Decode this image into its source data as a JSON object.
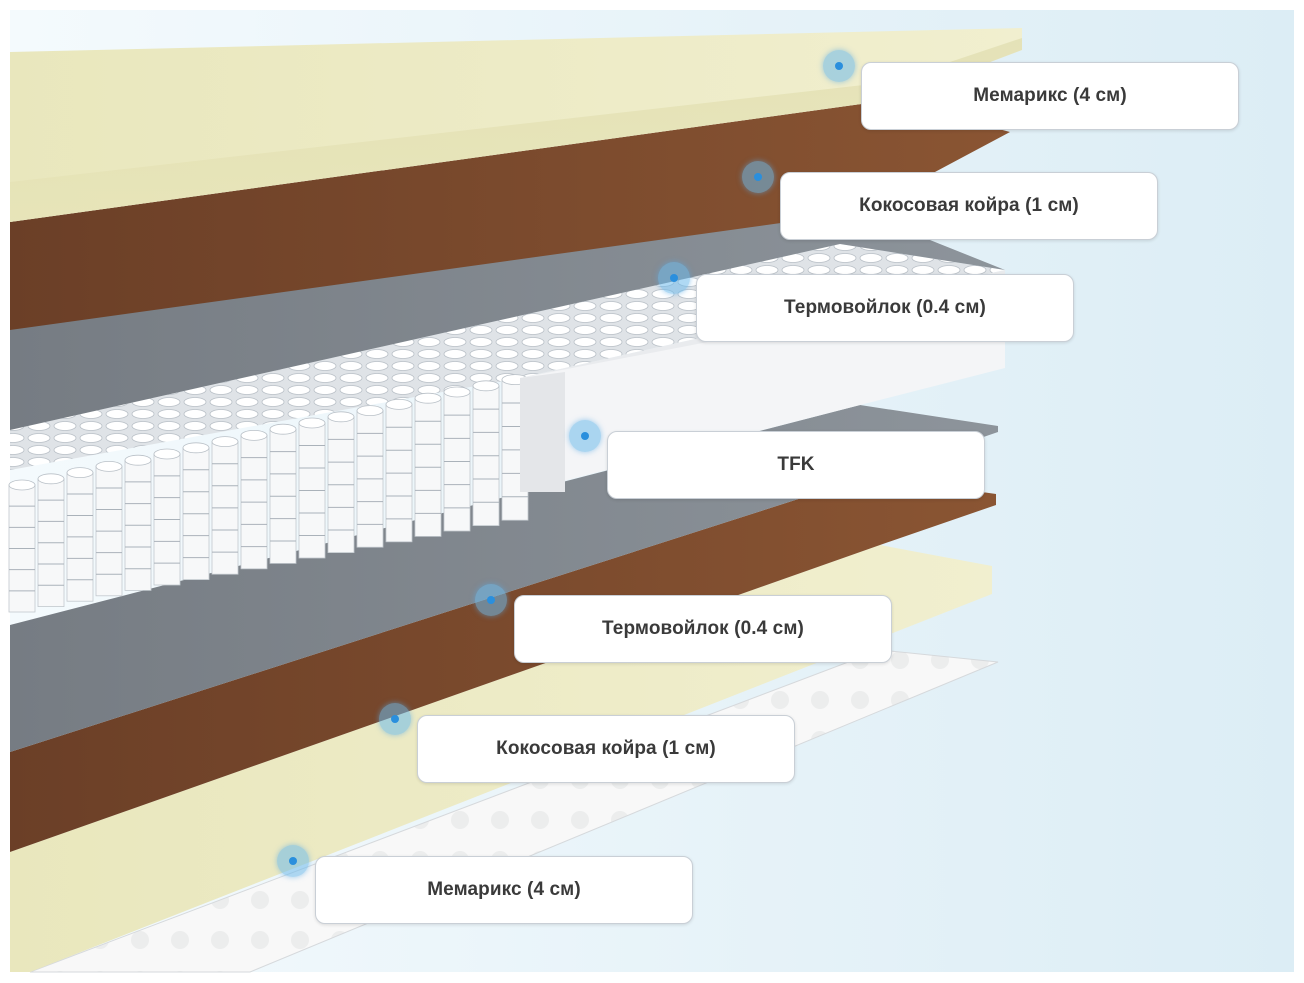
{
  "colors": {
    "background": "#e8f4f9",
    "memorix_foam": "#ecebc4",
    "coconut_coir": "#7a4a2e",
    "thermal_felt": "#7f868d",
    "springs": "#f2f4f6",
    "tfk_block": "#f3f4f6",
    "cover": "#f7f7f7",
    "marker": "#2a8fdd"
  },
  "layers": [
    {
      "label": "Мемарикс (4 см)"
    },
    {
      "label": "Кокосовая койра (1 см)"
    },
    {
      "label": "Термовойлок (0.4 см)"
    },
    {
      "label": "TFK"
    },
    {
      "label": "Термовойлок (0.4 см)"
    },
    {
      "label": "Кокосовая койра (1 см)"
    },
    {
      "label": "Мемарикс (4 см)"
    }
  ]
}
